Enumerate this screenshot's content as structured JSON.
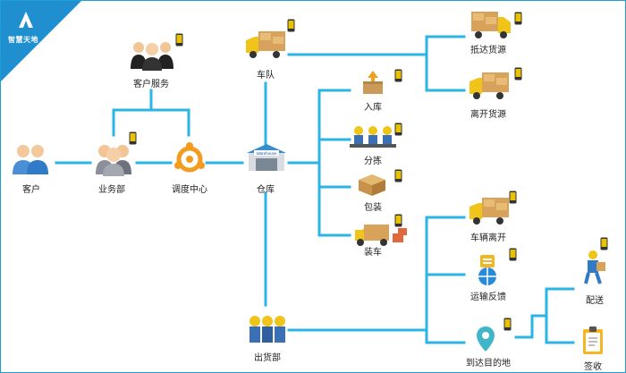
{
  "brand": {
    "logo_text": "智慧天地",
    "color": "#1f8fd0"
  },
  "line_color": "#2ab5e6",
  "nodes": {
    "customer": "客户",
    "business_dept": "业务部",
    "customer_service": "客户服务",
    "dispatch_center": "调度中心",
    "warehouse": "仓库",
    "fleet": "车队",
    "arrive_goods": "抵达货源",
    "leave_goods": "离开货源",
    "inbound": "入库",
    "sorting": "分拣",
    "packing": "包装",
    "loading": "装车",
    "shipping_dept": "出货部",
    "vehicle_depart": "车辆离开",
    "transport_feedback": "运输反馈",
    "arrive_destination": "到达目的地",
    "delivery": "配送",
    "sign_receipt": "签收"
  },
  "warehouse_sign": "Warehouse"
}
